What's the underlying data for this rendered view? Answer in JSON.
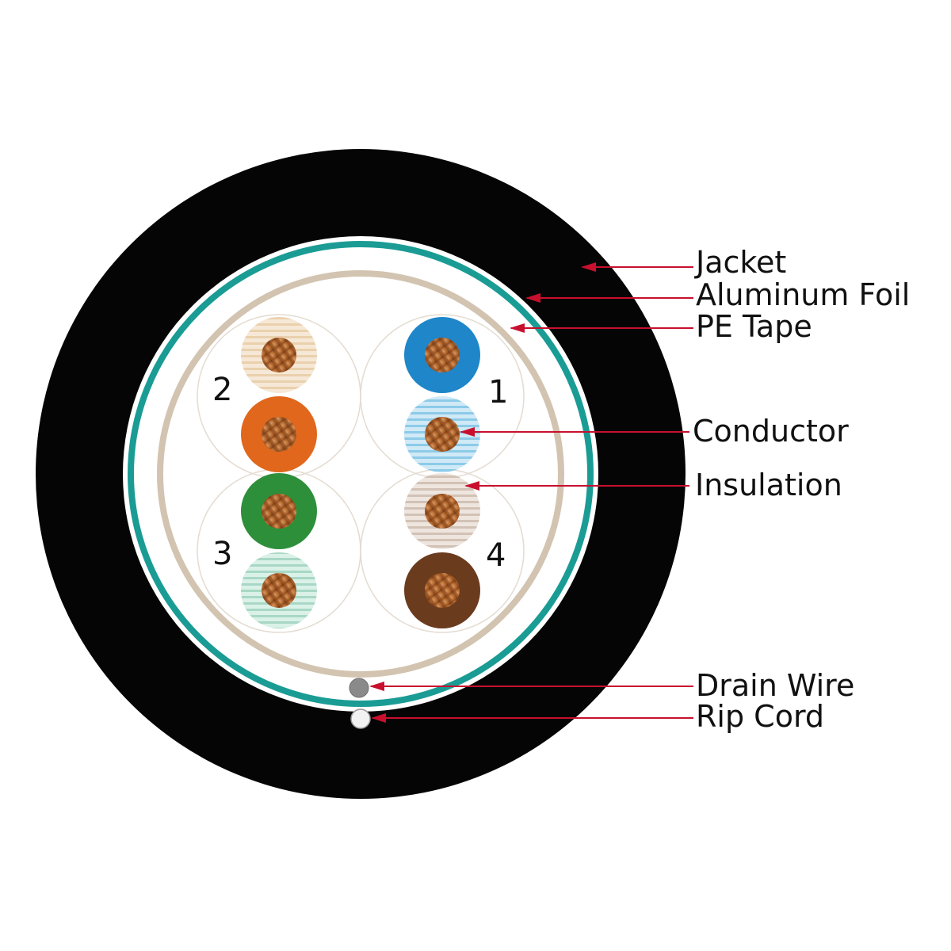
{
  "labels": {
    "jacket": "Jacket",
    "aluminum_foil": "Aluminum Foil",
    "pe_tape": "PE Tape",
    "conductor": "Conductor",
    "insulation": "Insulation",
    "drain_wire": "Drain Wire",
    "rip_cord": "Rip Cord"
  },
  "pairs": {
    "p1": "1",
    "p2": "2",
    "p3": "3",
    "p4": "4"
  },
  "colors": {
    "jacket": "#0b0b0b",
    "foil_ring": "#1a9c95",
    "pe_tape_ring": "#d2c4b0",
    "leader": "#c8102e",
    "copper": "#b0642c",
    "blue": "#1e86c9",
    "blue_white": "#a9d8ee",
    "orange": "#e0671c",
    "orange_white": "#f1dcc0",
    "green": "#2e8f3a",
    "green_white": "#b8e2d2",
    "brown": "#6b3b1e",
    "brown_white": "#ddd0c6",
    "drain_wire": "#8a8a8a"
  }
}
